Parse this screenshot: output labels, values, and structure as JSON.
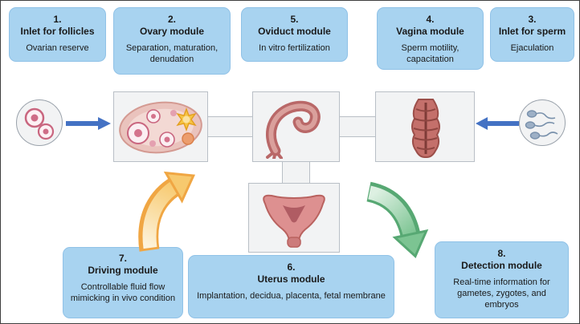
{
  "figure": {
    "background": "#ffffff",
    "border_color": "#3f3f3f"
  },
  "palette": {
    "module_fill": "#a8d3f0",
    "module_border": "#90c2e7",
    "organ_box_fill": "#f2f3f4",
    "organ_box_border": "#b9bfc6",
    "flow_arrow_blue": "#4472c4",
    "driving_arrow_orange": "#f0a643",
    "detection_arrow_green": "#57a873"
  },
  "top_modules": [
    {
      "number": "1.",
      "title": "Inlet for follicles",
      "subtitle": "Ovarian reserve"
    },
    {
      "number": "2.",
      "title": "Ovary module",
      "subtitle": "Separation, maturation, denudation"
    },
    {
      "number": "5.",
      "title": "Oviduct module",
      "subtitle": "In vitro fertilization"
    },
    {
      "number": "4.",
      "title": "Vagina module",
      "subtitle": "Sperm motility, capacitation"
    },
    {
      "number": "3.",
      "title": "Inlet for sperm",
      "subtitle": "Ejaculation"
    }
  ],
  "bottom_modules": [
    {
      "number": "7.",
      "title": "Driving module",
      "subtitle": "Controllable fluid flow mimicking in vivo condition"
    },
    {
      "number": "6.",
      "title": "Uterus module",
      "subtitle": "Implantation, decidua, placenta, fetal membrane"
    },
    {
      "number": "8.",
      "title": "Detection module",
      "subtitle": "Real-time information for gametes, zygotes, and embryos"
    }
  ],
  "illustrations": {
    "left_inlet": "follicles-icon",
    "ovary": "ovary-icon",
    "oviduct": "oviduct-icon",
    "vagina": "vagina-icon",
    "right_inlet": "sperm-icon",
    "uterus": "uterus-icon",
    "follicle_flow": "arrow-right-blue-icon",
    "sperm_flow": "arrow-left-blue-icon",
    "driving_flow": "curved-arrow-up-orange-icon",
    "detection_flow": "curved-arrow-down-green-icon"
  }
}
